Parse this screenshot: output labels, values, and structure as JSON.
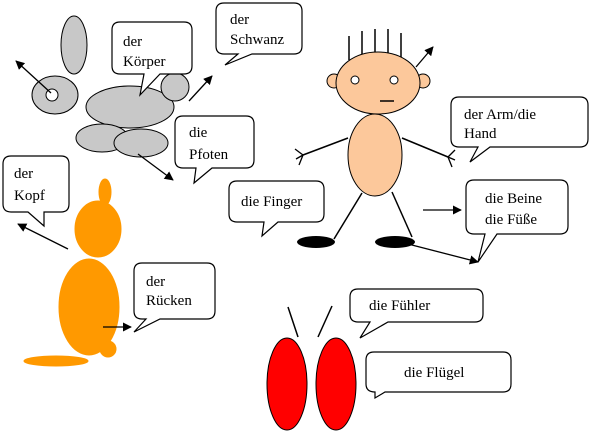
{
  "labels": {
    "koerper": [
      "der",
      "Körper"
    ],
    "schwanz": [
      "der",
      "Schwanz"
    ],
    "pfoten": [
      "die",
      "Pfoten"
    ],
    "kopf": [
      "der",
      "Kopf"
    ],
    "ruecken": [
      "der",
      "Rücken"
    ],
    "finger": "die Finger",
    "arm_hand": [
      "der Arm/die",
      "Hand"
    ],
    "beine_fuesse": [
      "die Beine",
      "die Füße"
    ],
    "fuehler": "die Fühler",
    "fluegel": "die Flügel"
  },
  "colors": {
    "rabbit": "#c8c8c8",
    "dog": "#ff9900",
    "person": "#fcc89b",
    "butterfly": "#ff0000",
    "shoes": "#000000"
  }
}
